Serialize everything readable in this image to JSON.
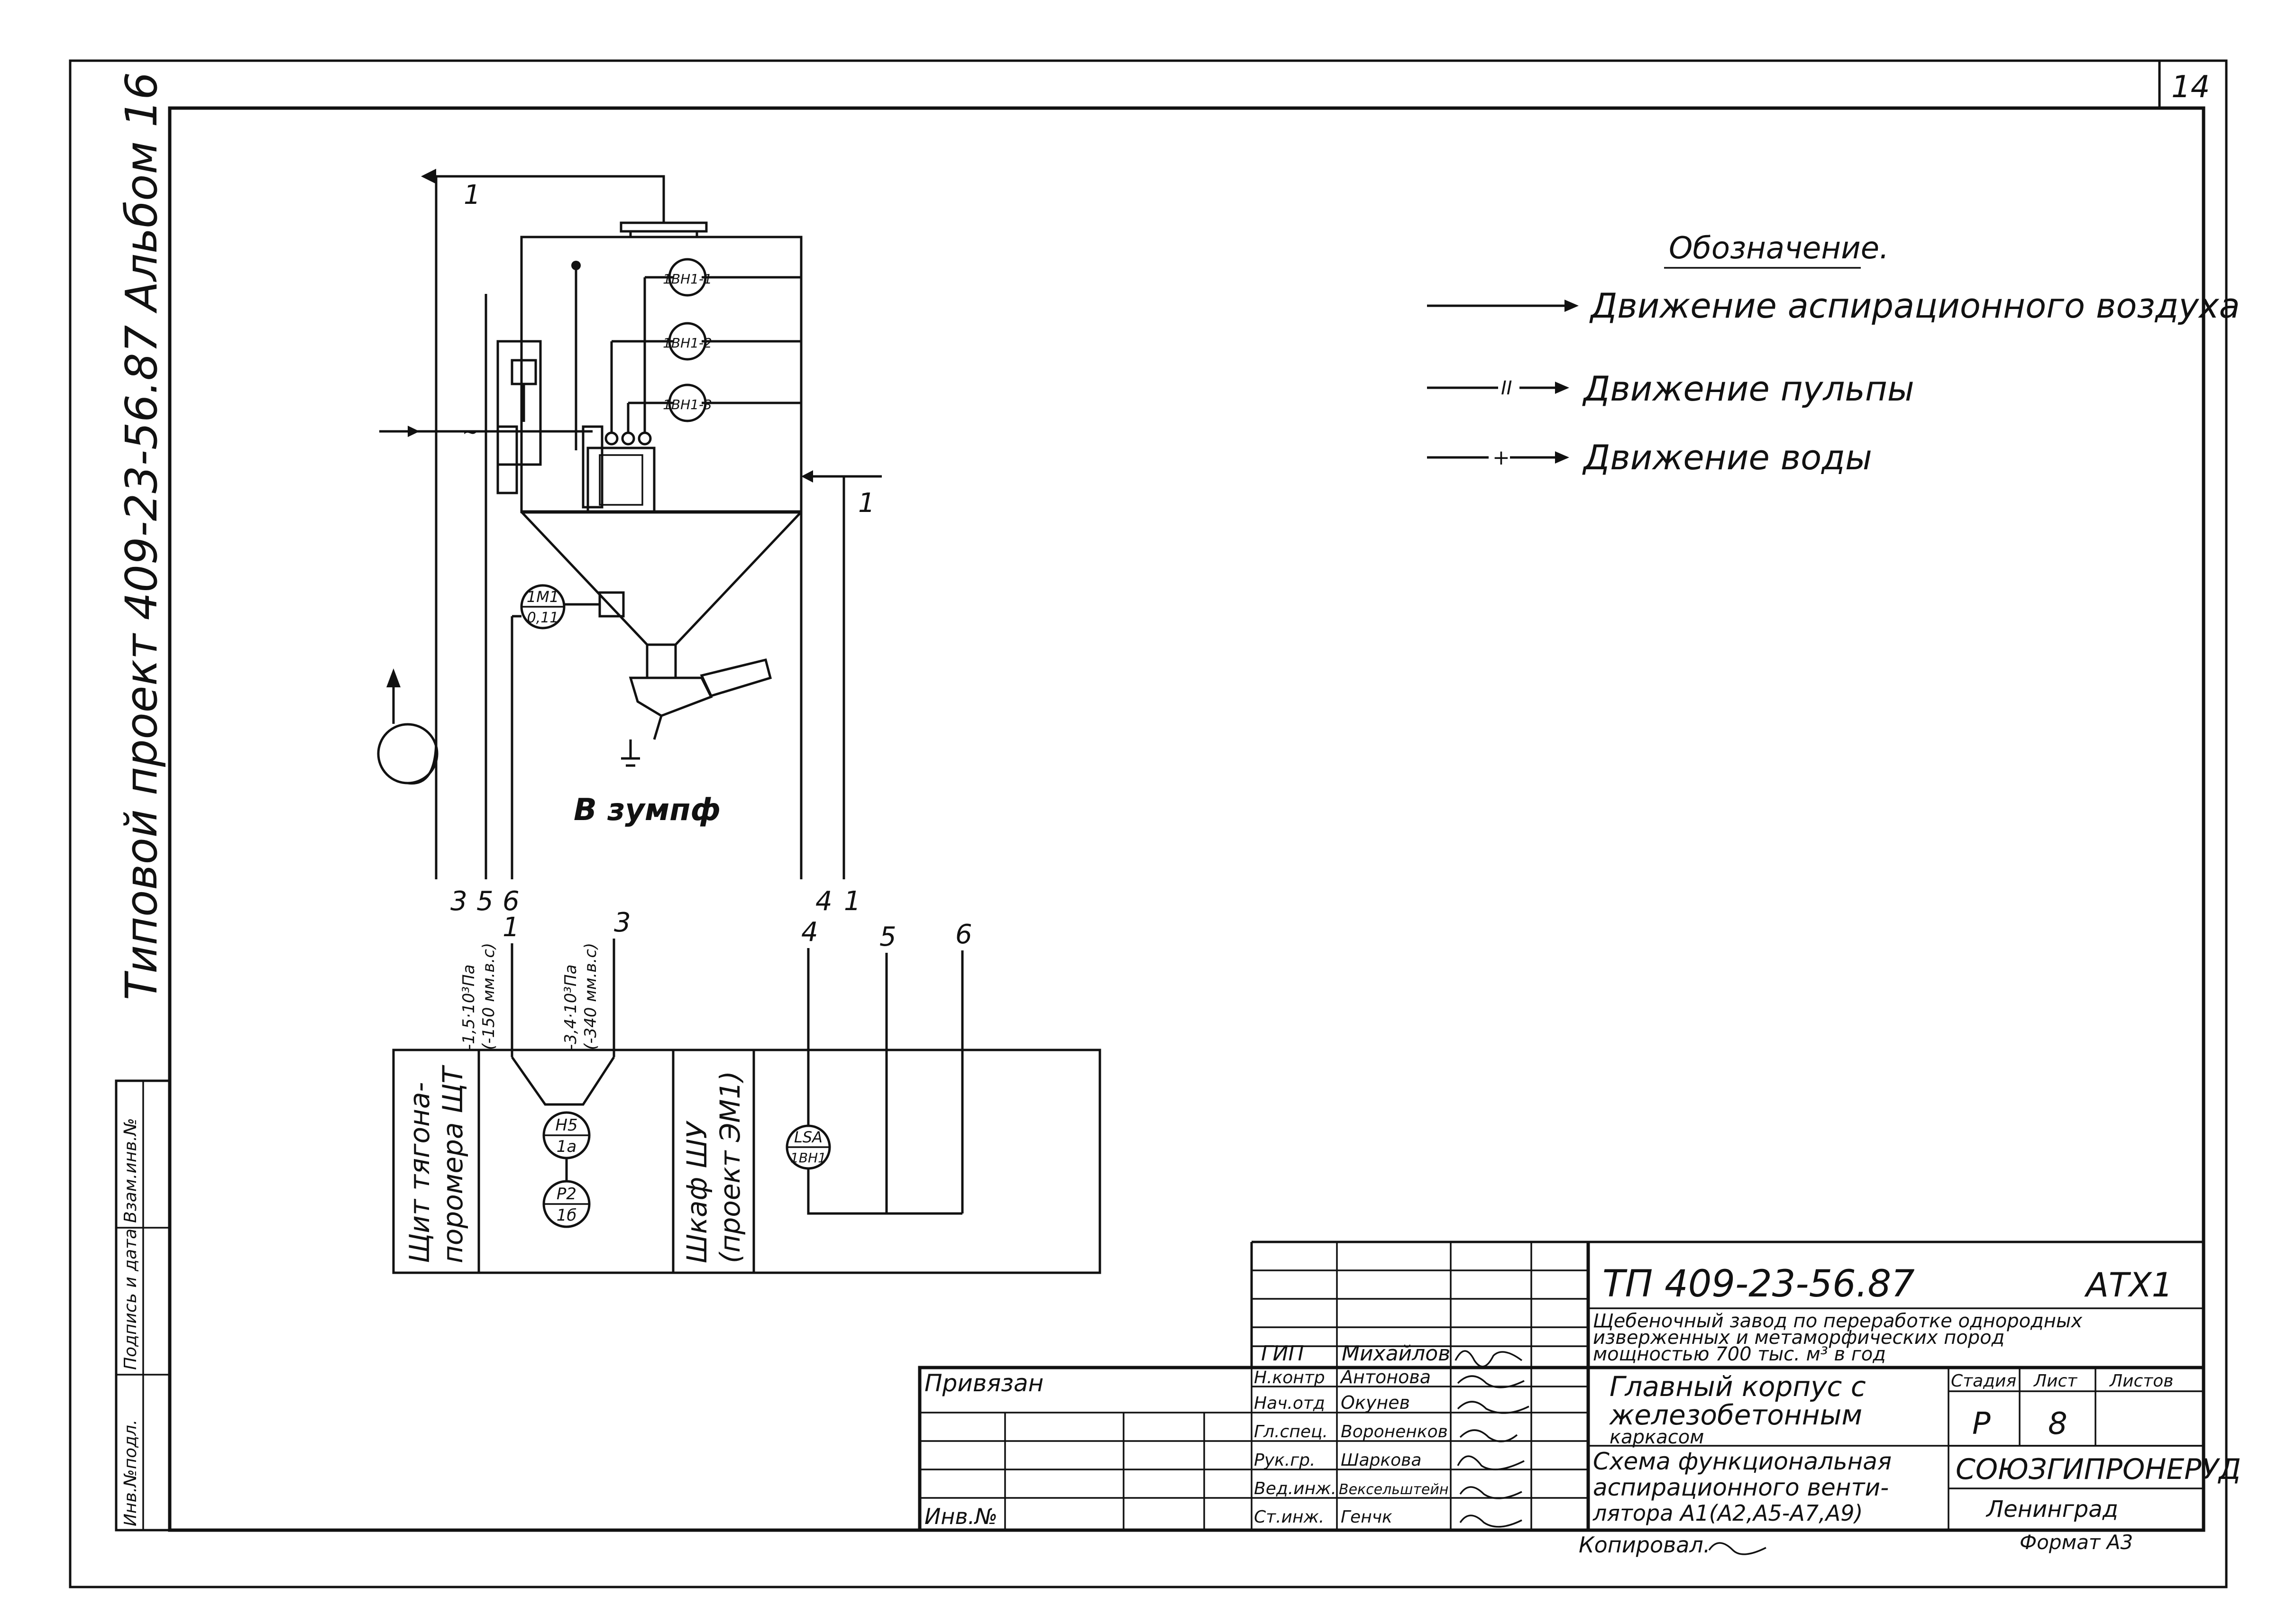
{
  "colors": {
    "ink": "#111111",
    "paper": "#ffffff"
  },
  "sheet_number": "14",
  "side_title": "Типовой проект 409-23-56.87 Альбом 16",
  "margin_stamp": [
    "Инв.№подл.",
    "Подпись и дата",
    "Взам.инв.№"
  ],
  "legend": {
    "title": "Обозначение.",
    "items": [
      {
        "marker": "",
        "text": "Движение аспирационного воздуха"
      },
      {
        "marker": "II",
        "text": "Движение пульпы"
      },
      {
        "marker": "+",
        "text": "Движение воды"
      }
    ]
  },
  "instruments": {
    "vn1": "1ВН1-1",
    "vn2": "1ВН1-2",
    "vn3": "1ВН1-3",
    "m1_top": "1М1",
    "m1_bot": "0,11",
    "h5_top": "Н5",
    "h5_bot": "1а",
    "p2_top": "Р2",
    "p2_bot": "1б",
    "lsa_top": "LSA",
    "lsa_bot": "1ВН1"
  },
  "diagram": {
    "outlet": "В зумпф",
    "top_line": "1",
    "right_line": "1",
    "bottom_wires": [
      "3",
      "5",
      "6",
      "4",
      "1"
    ],
    "panel_wires": [
      "1",
      "3",
      "4",
      "5",
      "6"
    ],
    "annot_left": [
      "-1,5·10³Па",
      "(-150 мм.в.с)"
    ],
    "annot_right": [
      "-3,4·10³Па",
      "(-340 мм.в.с)"
    ],
    "panel1": [
      "Щит тягона-",
      "поромера ЩТ"
    ],
    "panel2": [
      "Шкаф ШУ",
      "(проект ЭМ1)"
    ]
  },
  "title_block": {
    "code": "ТП 409-23-56.87",
    "mark": "АТХ1",
    "project": [
      "Щебеночный завод по переработке однородных",
      "изверженных и метаморфических пород",
      "мощностью 700 тыс. м³ в год"
    ],
    "building": [
      "Главный корпус с",
      "железобетонным",
      "каркасом"
    ],
    "sheet_name": [
      "Схема функциональная",
      "аспирационного венти-",
      "лятора А1(А2,А5-А7,А9)"
    ],
    "stage_label": "Стадия",
    "sheet_label": "Лист",
    "sheets_label": "Листов",
    "stage": "Р",
    "sheet": "8",
    "org": "СОЮЗГИПРОНЕРУД",
    "city": "Ленинград",
    "format": "Формат А3",
    "copied": "Копировал.",
    "tied": "Привязан",
    "inv": "Инв.№",
    "staff": [
      {
        "role": "ГИП",
        "name": "Михайлов"
      },
      {
        "role": "Н.контр",
        "name": "Антонова"
      },
      {
        "role": "Нач.отд",
        "name": "Окунев"
      },
      {
        "role": "Гл.спец.",
        "name": "Вороненков"
      },
      {
        "role": "Рук.гр.",
        "name": "Шаркова"
      },
      {
        "role": "Вед.инж.",
        "name": "Вексельштейн"
      },
      {
        "role": "Ст.инж.",
        "name": "Генчк"
      }
    ]
  }
}
